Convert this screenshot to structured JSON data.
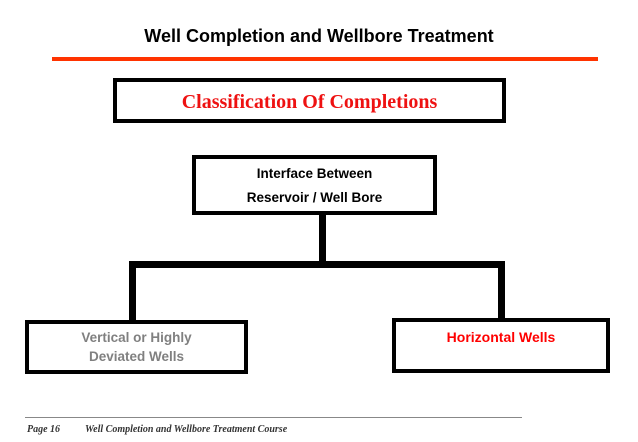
{
  "slide": {
    "title": "Well Completion and Wellbore Treatment",
    "accent_color": "#ff3300"
  },
  "diagram": {
    "heading_box": {
      "label": "Classification Of Completions",
      "color": "#ee1111"
    },
    "root_box": {
      "line1": "Interface Between",
      "line2": "Reservoir / Well Bore",
      "color": "#000000"
    },
    "children": [
      {
        "line1": "Vertical or Highly",
        "line2": "Deviated Wells",
        "color": "#808080"
      },
      {
        "line1": "Horizontal Wells",
        "line2": "",
        "color": "#ff0000"
      }
    ]
  },
  "footer": {
    "page": "Page 16",
    "course": "Well Completion and Wellbore Treatment Course"
  }
}
